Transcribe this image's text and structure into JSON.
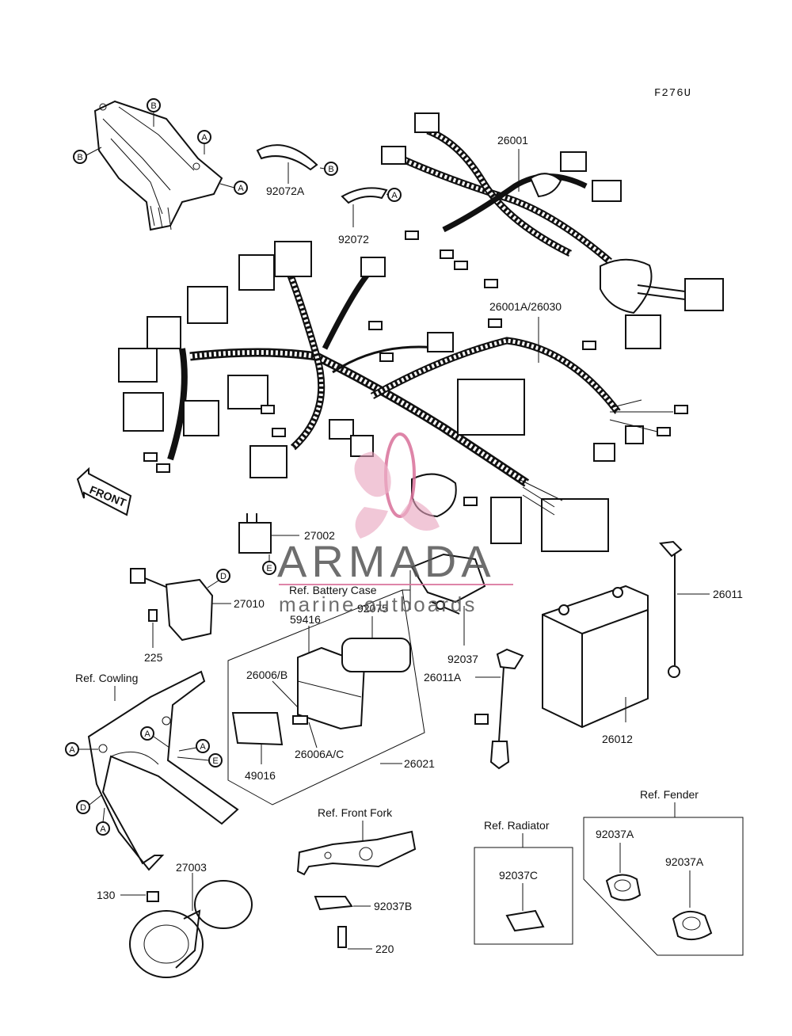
{
  "diagram_code": "F276U",
  "front_arrow_label": "FRONT",
  "watermark": {
    "brand": "ARMADA",
    "tagline": "marine outboards",
    "accent": "#d9709a"
  },
  "callouts": {
    "A": "A",
    "B": "B",
    "D": "D",
    "E": "E"
  },
  "refs": {
    "battery_case": "Ref. Battery Case",
    "cowling": "Ref. Cowling",
    "front_fork": "Ref. Front Fork",
    "radiator": "Ref. Radiator",
    "fender": "Ref. Fender"
  },
  "parts": {
    "p26001": "26001",
    "p92072a": "92072A",
    "p92072": "92072",
    "p26001a": "26001A/26030",
    "p27002": "27002",
    "p27010": "27010",
    "p225": "225",
    "p59416": "59416",
    "p92075": "92075",
    "p26006b": "26006/B",
    "p26006ac": "26006A/C",
    "p49016": "49016",
    "p26021": "26021",
    "p92037": "92037",
    "p26011a": "26011A",
    "p26011": "26011",
    "p26012": "26012",
    "p27003": "27003",
    "p130": "130",
    "p92037b": "92037B",
    "p220": "220",
    "p92037c": "92037C",
    "p92037a_1": "92037A",
    "p92037a_2": "92037A"
  }
}
